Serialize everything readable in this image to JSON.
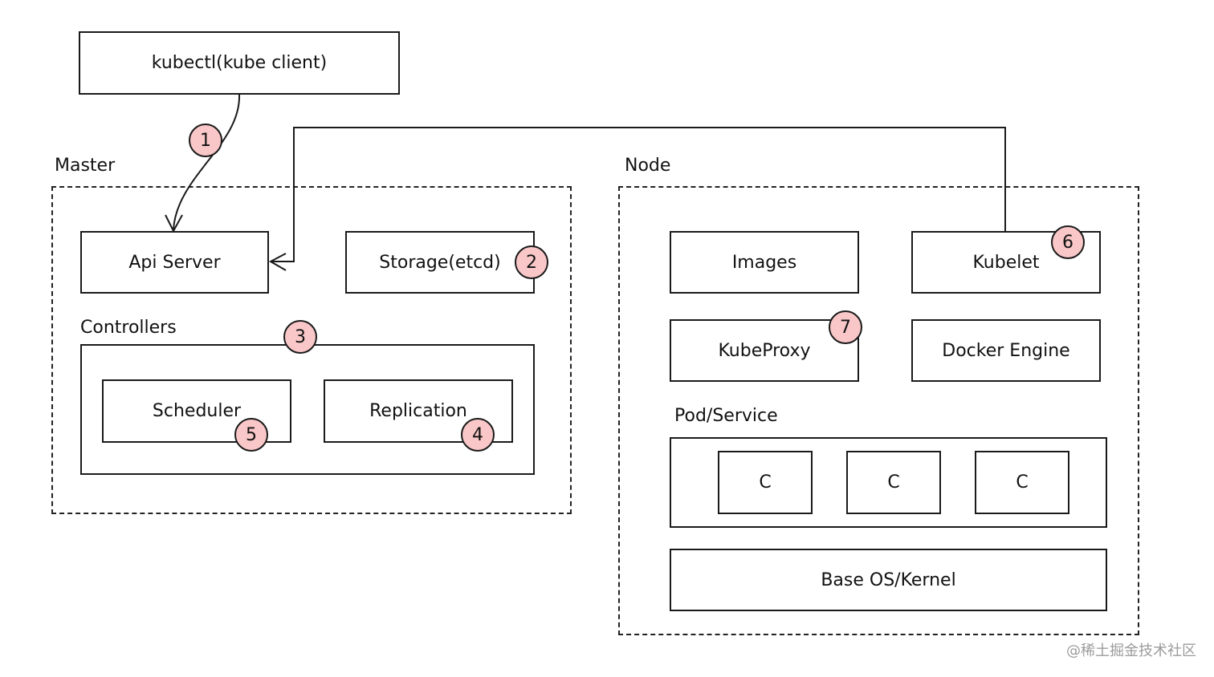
{
  "client": {
    "label": "kubectl(kube client)"
  },
  "master": {
    "title": "Master",
    "api_server": "Api Server",
    "storage": "Storage(etcd)",
    "controllers": {
      "title": "Controllers",
      "scheduler": "Scheduler",
      "replication": "Replication"
    }
  },
  "node": {
    "title": "Node",
    "images": "Images",
    "kubelet": "Kubelet",
    "kubeproxy": "KubeProxy",
    "docker_engine": "Docker Engine",
    "pod_service": {
      "title": "Pod/Service",
      "containers": [
        "C",
        "C",
        "C"
      ]
    },
    "base_os": "Base OS/Kernel"
  },
  "steps": {
    "s1": "1",
    "s2": "2",
    "s3": "3",
    "s4": "4",
    "s5": "5",
    "s6": "6",
    "s7": "7"
  },
  "watermark": "@稀土掘金技术社区",
  "colors": {
    "badge_fill": "#f9c7c7",
    "stroke": "#1a1a1a"
  }
}
